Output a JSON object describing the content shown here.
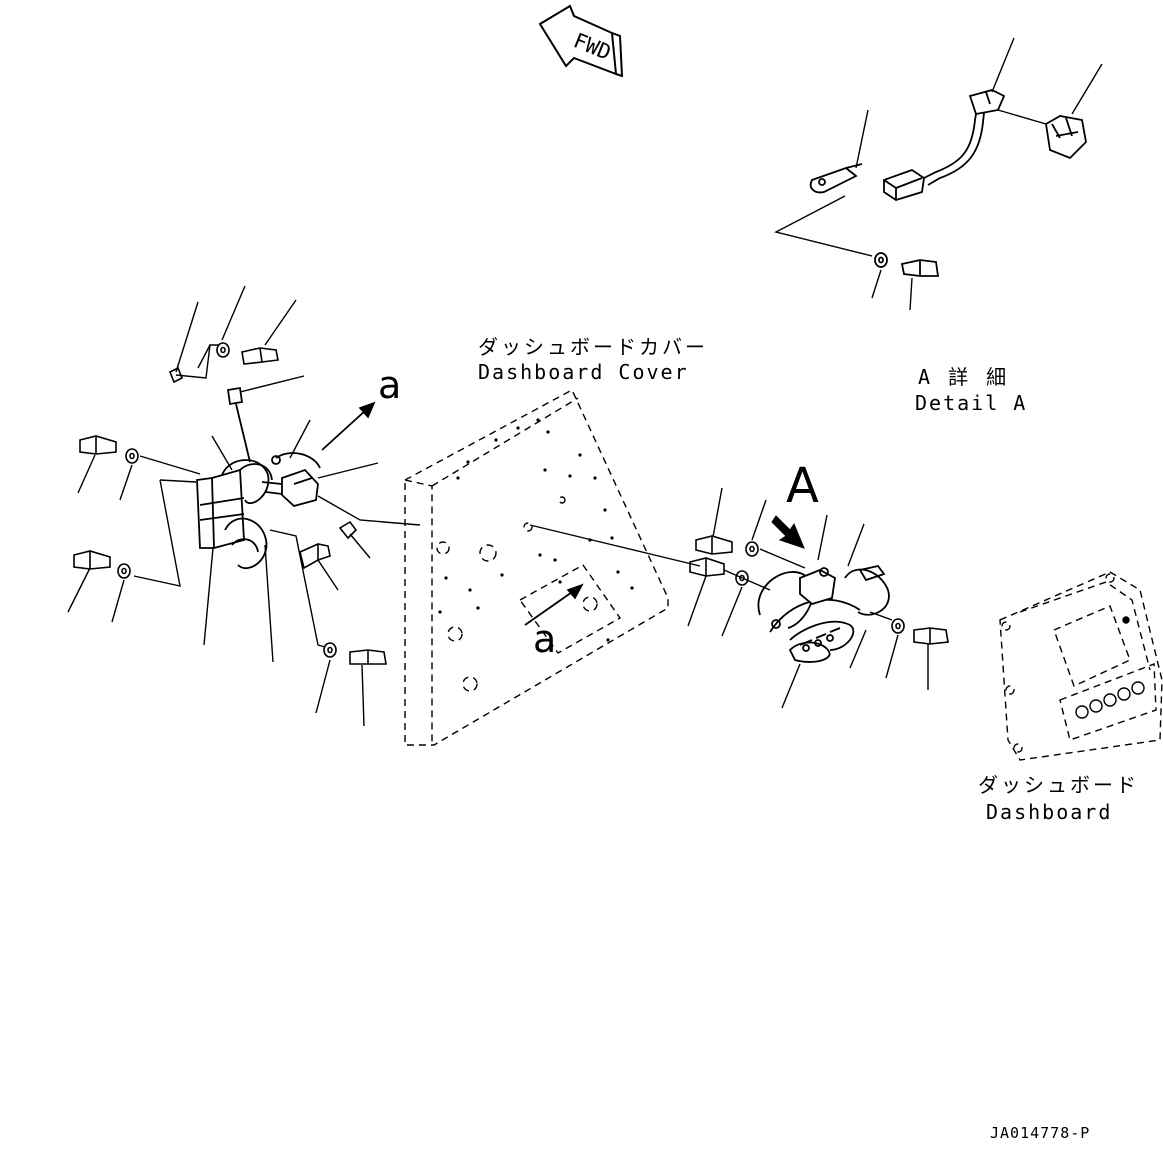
{
  "direction_marker": "FWD",
  "callout_a": "a",
  "callout_A": "A",
  "dashboard_cover": {
    "label_jp": "ダッシュボードカバー",
    "label_en": "Dashboard Cover"
  },
  "detail_a": {
    "label_jp": "A 詳 細",
    "label_en": "Detail A"
  },
  "dashboard": {
    "label_jp": "ダッシュボード",
    "label_en": "Dashboard"
  },
  "drawing_code": "JA014778-P"
}
